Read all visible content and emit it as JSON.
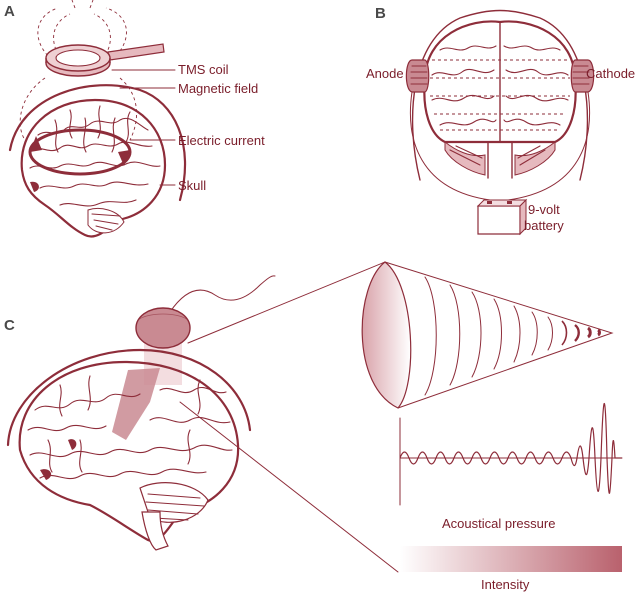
{
  "panels": {
    "a": {
      "letter": "A",
      "labels": {
        "tms_coil": "TMS coil",
        "magnetic_field": "Magnetic field",
        "electric_current": "Electric current",
        "skull": "Skull"
      }
    },
    "b": {
      "letter": "B",
      "labels": {
        "anode": "Anode",
        "cathode": "Cathode",
        "battery_line1": "9-volt",
        "battery_line2": "battery"
      }
    },
    "c": {
      "letter": "C",
      "labels": {
        "acoustical_pressure": "Acoustical pressure",
        "intensity": "Intensity"
      }
    }
  },
  "colors": {
    "accent": "#8e2d3a",
    "light_fill": "#e6b9be",
    "mid_fill": "#c98a92",
    "letter_gray": "#4a4a4a"
  }
}
